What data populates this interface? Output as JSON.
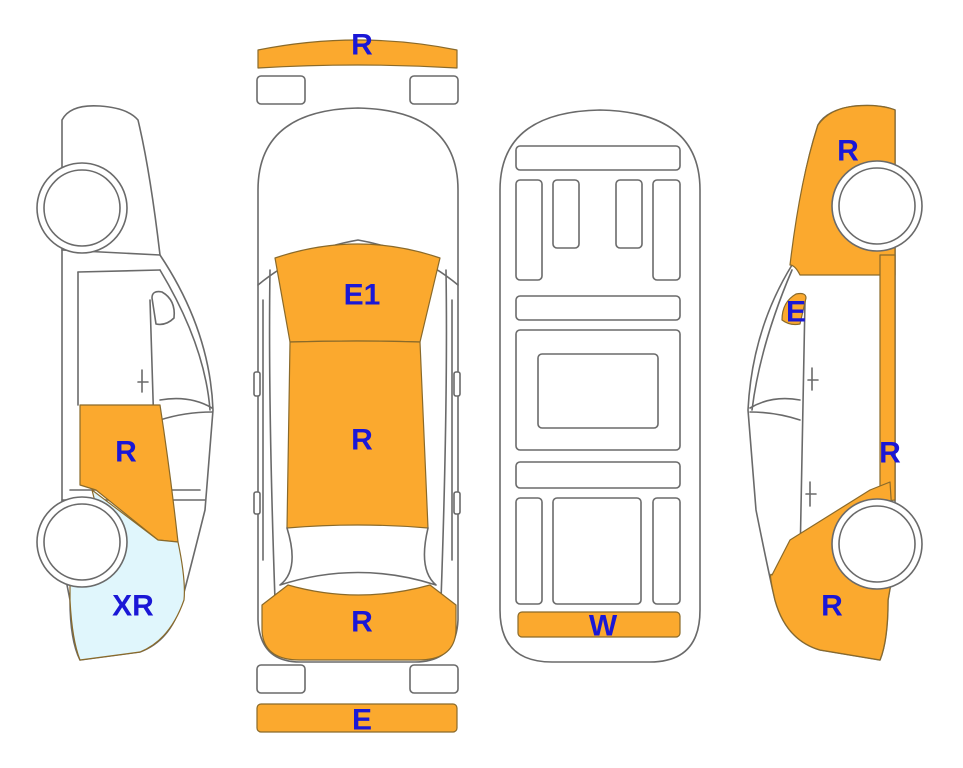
{
  "colors": {
    "outline": "#6a6a6a",
    "damage_fill": "#fba92e",
    "light_damage_fill": "#e0f6fc",
    "label_text": "#1a17d6",
    "background": "#ffffff"
  },
  "labels": {
    "front_bumper": "R",
    "rear_bumper": "E",
    "hood": "E1",
    "roof": "R",
    "trunk_lid": "R",
    "underbody_rear": "W",
    "left_rear_door": "R",
    "left_rear_quarter": "XR",
    "right_front_fender": "R",
    "right_mirror": "E",
    "right_rocker": "R",
    "right_rear_quarter": "R"
  }
}
